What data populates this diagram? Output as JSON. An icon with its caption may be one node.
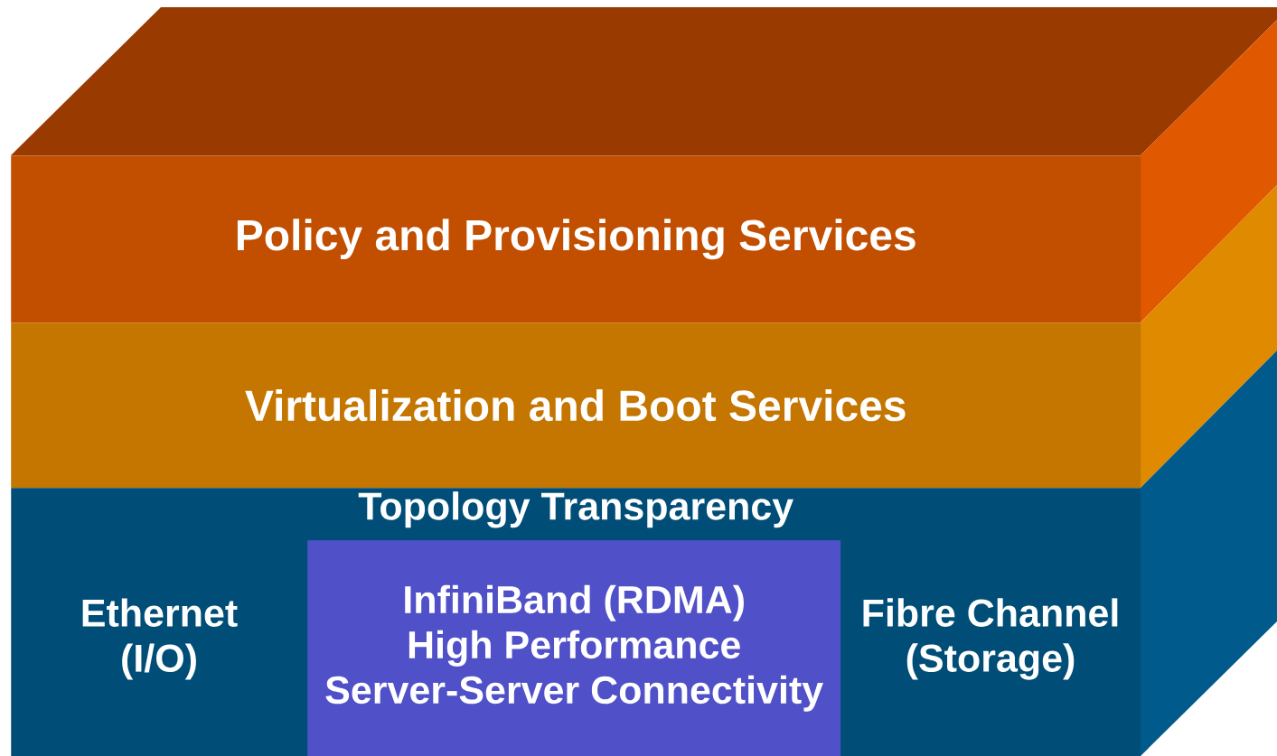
{
  "diagram": {
    "nodes": [
      {
        "text": [
          "Policy and Provisioning Services"
        ]
      },
      {
        "text": [
          "Virtualization and Boot Services"
        ]
      },
      {
        "text": [
          "Topology Transparency"
        ]
      },
      {
        "text": [
          "Ethernet (I/O)"
        ],
        "in": 2
      },
      {
        "text": [
          "InfiniBand (RDMA)",
          "High Performance Server-Server Connectivity"
        ],
        "in": 2
      },
      {
        "text": [
          "Fibre Channel (Storage)"
        ],
        "in": 2
      }
    ]
  }
}
